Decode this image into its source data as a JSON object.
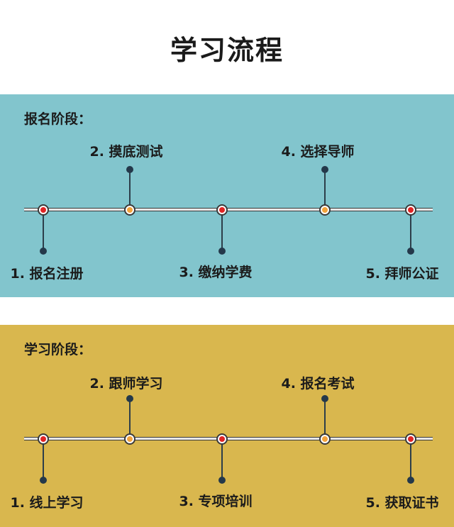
{
  "title": "学习流程",
  "colors": {
    "panel1_bg": "#82c5cd",
    "panel2_bg": "#d9b74e",
    "node_red": "#e02424",
    "node_orange": "#f2a33b",
    "stem_dark": "#24384a"
  },
  "stages": [
    {
      "label": "报名阶段：",
      "steps": [
        {
          "text": "1.  报名注册",
          "position": "below",
          "node": "red"
        },
        {
          "text": "2. 摸底测试",
          "position": "above",
          "node": "orange"
        },
        {
          "text": "3. 缴纳学费",
          "position": "below",
          "node": "red"
        },
        {
          "text": "4. 选择导师",
          "position": "above",
          "node": "orange"
        },
        {
          "text": "5. 拜师公证",
          "position": "below",
          "node": "red"
        }
      ]
    },
    {
      "label": "学习阶段：",
      "steps": [
        {
          "text": "1.  线上学习",
          "position": "below",
          "node": "red"
        },
        {
          "text": "2. 跟师学习",
          "position": "above",
          "node": "orange"
        },
        {
          "text": "3. 专项培训",
          "position": "below",
          "node": "red"
        },
        {
          "text": "4. 报名考试",
          "position": "above",
          "node": "orange"
        },
        {
          "text": "5. 获取证书",
          "position": "below",
          "node": "red"
        }
      ]
    }
  ]
}
